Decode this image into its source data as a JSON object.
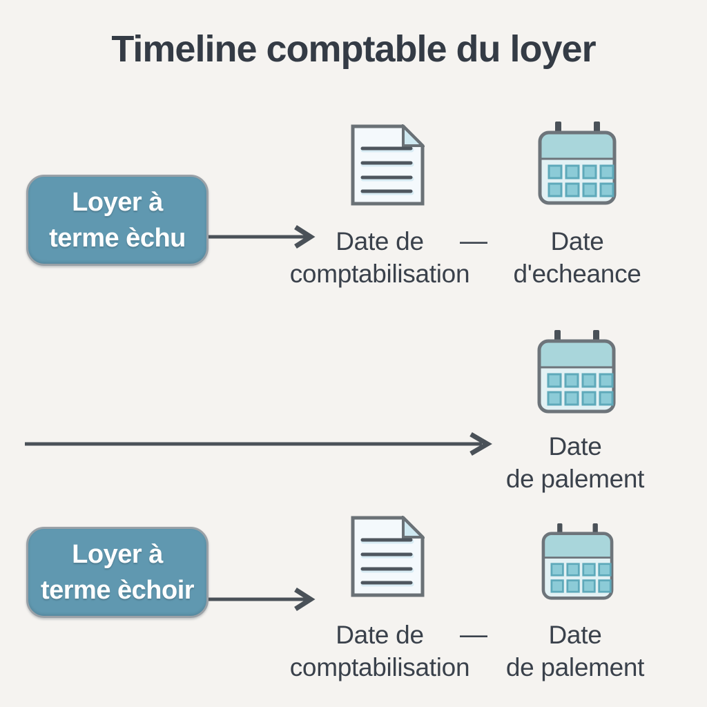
{
  "title": "Timeline comptable du loyer",
  "colors": {
    "background": "#f5f3f0",
    "text": "#3a414b",
    "box_fill": "#6098b0",
    "box_border": "#9aa1a7",
    "box_text": "#ffffff",
    "arrow": "#4a5158",
    "calendar_header": "#a9d6db",
    "calendar_body": "#e2f1f4",
    "calendar_cell": "#8ccbd7",
    "document_fill": "#f4f9fc",
    "document_fold": "#cfe9f1",
    "icon_outline": "#6a7176"
  },
  "icons": {
    "document": "document",
    "calendar": "calendar",
    "arrow": "right-arrow"
  },
  "row_echu": {
    "box": {
      "line1": "Loyer à",
      "line2": "terme èchu"
    },
    "doc_label": {
      "line1": "Date de",
      "line2": "comptabilisation"
    },
    "separator": "—",
    "cal_label": {
      "line1": "Date",
      "line2": "d'echeance"
    }
  },
  "row_paiement": {
    "cal_label": {
      "line1": "Date",
      "line2": "de palement"
    }
  },
  "row_echoir": {
    "box": {
      "line1": "Loyer à",
      "line2": "terme èchoir"
    },
    "doc_label": {
      "line1": "Date de",
      "line2": "comptabilisation"
    },
    "separator": "—",
    "cal_label": {
      "line1": "Date",
      "line2": "de palement"
    }
  }
}
